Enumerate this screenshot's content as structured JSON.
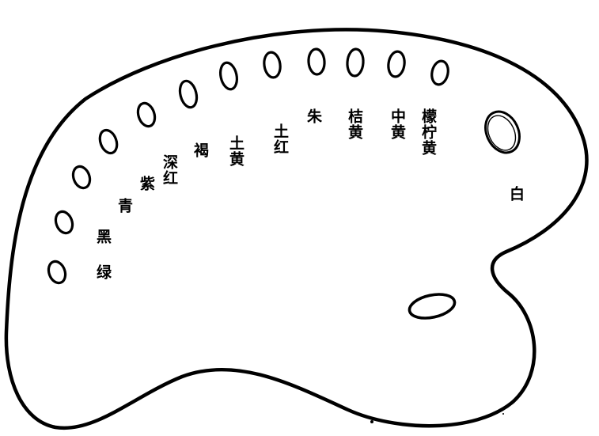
{
  "palette": {
    "labels": [
      {
        "id": "black",
        "text": "黑"
      },
      {
        "id": "green",
        "text": "绿"
      },
      {
        "id": "cyan",
        "text": "青"
      },
      {
        "id": "purple",
        "text": "紫"
      },
      {
        "id": "deep-red",
        "text": "深红"
      },
      {
        "id": "brown",
        "text": "褐"
      },
      {
        "id": "ochre",
        "text": "土黄"
      },
      {
        "id": "earth-red",
        "text": "土红"
      },
      {
        "id": "vermilion",
        "text": "朱"
      },
      {
        "id": "orange-yellow",
        "text": "桔黄"
      },
      {
        "id": "middle-yellow",
        "text": "中黄"
      },
      {
        "id": "lemon-yellow",
        "text": "檬柠黄"
      },
      {
        "id": "white",
        "text": "白"
      }
    ]
  }
}
